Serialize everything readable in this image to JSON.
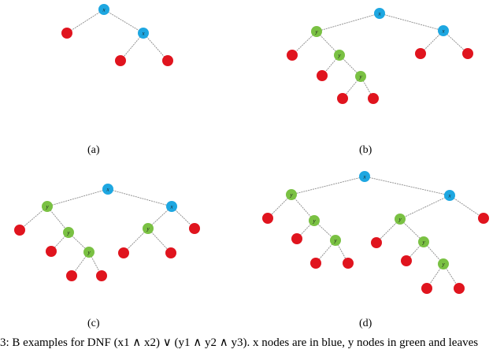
{
  "colors": {
    "x_node": "#1ea7e1",
    "y_node": "#7ac143",
    "leaf": "#e0141e"
  },
  "figure": {
    "caption": "3: B  examples for DNF (x1 ∧ x2) ∨ (y1 ∧ y2 ∧ y3). x nodes are in blue, y nodes in green and leaves",
    "subfigures": [
      {
        "id": "a",
        "label": "(a)"
      },
      {
        "id": "b",
        "label": "(b)"
      },
      {
        "id": "c",
        "label": "(c)"
      },
      {
        "id": "d",
        "label": "(d)"
      }
    ]
  }
}
